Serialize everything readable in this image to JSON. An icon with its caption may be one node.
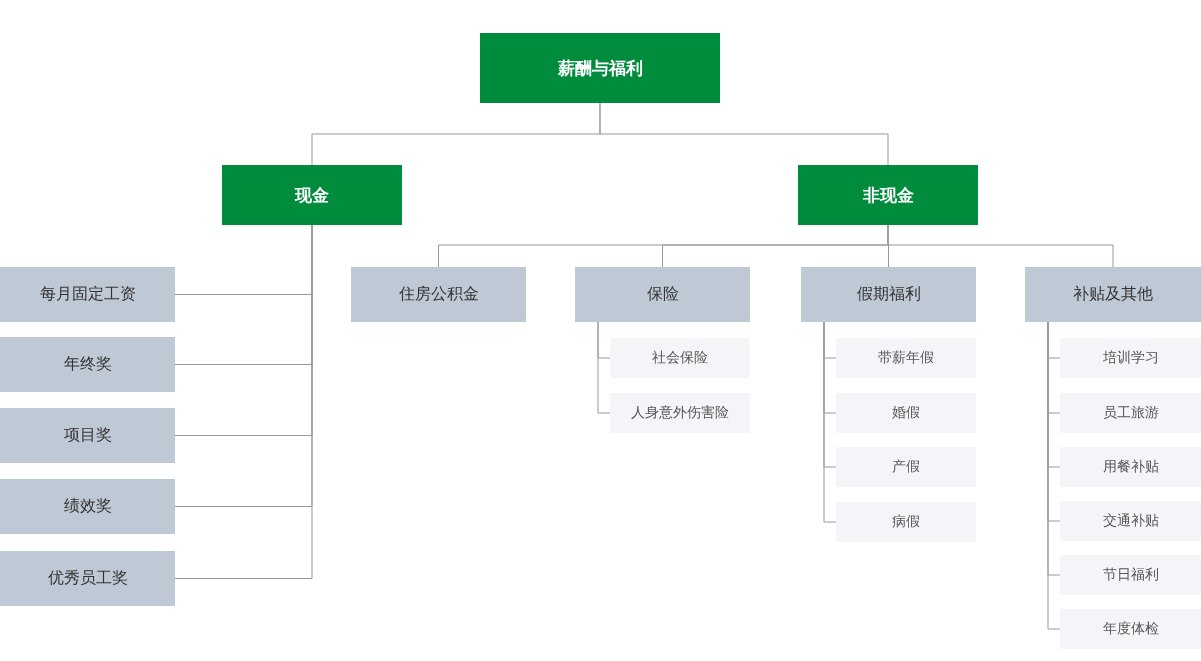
{
  "diagram": {
    "nodes": [
      {
        "text": [
          "薪酬与福利"
        ]
      },
      {
        "text": [
          "现金"
        ]
      },
      {
        "text": [
          "非现金"
        ]
      },
      {
        "text": [
          "每月固定工资"
        ]
      },
      {
        "text": [
          "年终奖"
        ]
      },
      {
        "text": [
          "项目奖"
        ]
      },
      {
        "text": [
          "绩效奖"
        ]
      },
      {
        "text": [
          "优秀员工奖"
        ]
      },
      {
        "text": [
          "住房公积金"
        ]
      },
      {
        "text": [
          "保险"
        ]
      },
      {
        "text": [
          "社会保险"
        ]
      },
      {
        "text": [
          "人身意外伤害险"
        ]
      },
      {
        "text": [
          "假期福利"
        ]
      },
      {
        "text": [
          "带薪年假"
        ]
      },
      {
        "text": [
          "婚假"
        ]
      },
      {
        "text": [
          "产假"
        ]
      },
      {
        "text": [
          "病假"
        ]
      },
      {
        "text": [
          "补贴及其他"
        ]
      },
      {
        "text": [
          "培训学习"
        ]
      },
      {
        "text": [
          "员工旅游"
        ]
      },
      {
        "text": [
          "用餐补贴"
        ]
      },
      {
        "text": [
          "交通补贴"
        ]
      },
      {
        "text": [
          "节日福利"
        ]
      },
      {
        "text": [
          "年度体检"
        ]
      }
    ],
    "edges": [
      {
        "from": 0,
        "to": 1,
        "arrow": "none"
      },
      {
        "from": 0,
        "to": 2,
        "arrow": "none"
      },
      {
        "from": 1,
        "to": 3,
        "arrow": "none"
      },
      {
        "from": 1,
        "to": 4,
        "arrow": "none"
      },
      {
        "from": 1,
        "to": 5,
        "arrow": "none"
      },
      {
        "from": 1,
        "to": 6,
        "arrow": "none"
      },
      {
        "from": 1,
        "to": 7,
        "arrow": "none"
      },
      {
        "from": 2,
        "to": 8,
        "arrow": "none"
      },
      {
        "from": 2,
        "to": 9,
        "arrow": "none"
      },
      {
        "from": 2,
        "to": 12,
        "arrow": "none"
      },
      {
        "from": 2,
        "to": 17,
        "arrow": "none"
      },
      {
        "from": 9,
        "to": 10,
        "arrow": "none"
      },
      {
        "from": 9,
        "to": 11,
        "arrow": "none"
      },
      {
        "from": 12,
        "to": 13,
        "arrow": "none"
      },
      {
        "from": 12,
        "to": 14,
        "arrow": "none"
      },
      {
        "from": 12,
        "to": 15,
        "arrow": "none"
      },
      {
        "from": 12,
        "to": 16,
        "arrow": "none"
      },
      {
        "from": 17,
        "to": 18,
        "arrow": "none"
      },
      {
        "from": 17,
        "to": 19,
        "arrow": "none"
      },
      {
        "from": 17,
        "to": 20,
        "arrow": "none"
      },
      {
        "from": 17,
        "to": 21,
        "arrow": "none"
      },
      {
        "from": 17,
        "to": 22,
        "arrow": "none"
      },
      {
        "from": 17,
        "to": 23,
        "arrow": "none"
      }
    ]
  }
}
